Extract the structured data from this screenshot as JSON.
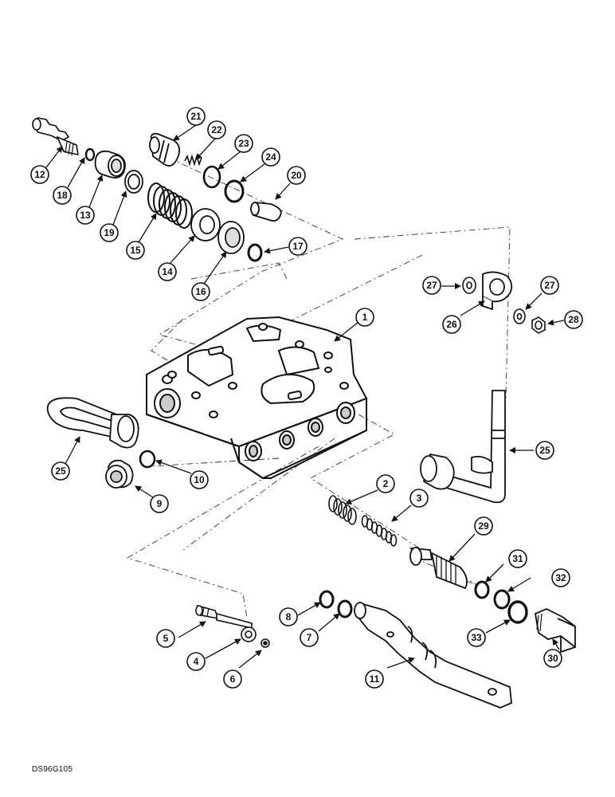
{
  "figure": {
    "doc_id": "DS96G105"
  },
  "callouts": [
    {
      "id": "c12",
      "label": "12"
    },
    {
      "id": "c18",
      "label": "18"
    },
    {
      "id": "c13",
      "label": "13"
    },
    {
      "id": "c19",
      "label": "19"
    },
    {
      "id": "c21",
      "label": "21"
    },
    {
      "id": "c22",
      "label": "22"
    },
    {
      "id": "c23",
      "label": "23"
    },
    {
      "id": "c24",
      "label": "24"
    },
    {
      "id": "c20",
      "label": "20"
    },
    {
      "id": "c15",
      "label": "15"
    },
    {
      "id": "c14",
      "label": "14"
    },
    {
      "id": "c16",
      "label": "16"
    },
    {
      "id": "c17",
      "label": "17"
    },
    {
      "id": "c27a",
      "label": "27"
    },
    {
      "id": "c27b",
      "label": "27"
    },
    {
      "id": "c26",
      "label": "26"
    },
    {
      "id": "c28",
      "label": "28"
    },
    {
      "id": "c1",
      "label": "1"
    },
    {
      "id": "c25a",
      "label": "25"
    },
    {
      "id": "c25b",
      "label": "25"
    },
    {
      "id": "c10",
      "label": "10"
    },
    {
      "id": "c9",
      "label": "9"
    },
    {
      "id": "c2",
      "label": "2"
    },
    {
      "id": "c3",
      "label": "3"
    },
    {
      "id": "c29",
      "label": "29"
    },
    {
      "id": "c31",
      "label": "31"
    },
    {
      "id": "c32",
      "label": "32"
    },
    {
      "id": "c8",
      "label": "8"
    },
    {
      "id": "c7",
      "label": "7"
    },
    {
      "id": "c5",
      "label": "5"
    },
    {
      "id": "c4",
      "label": "4"
    },
    {
      "id": "c6",
      "label": "6"
    },
    {
      "id": "c11",
      "label": "11"
    },
    {
      "id": "c33",
      "label": "33"
    },
    {
      "id": "c30",
      "label": "30"
    }
  ]
}
